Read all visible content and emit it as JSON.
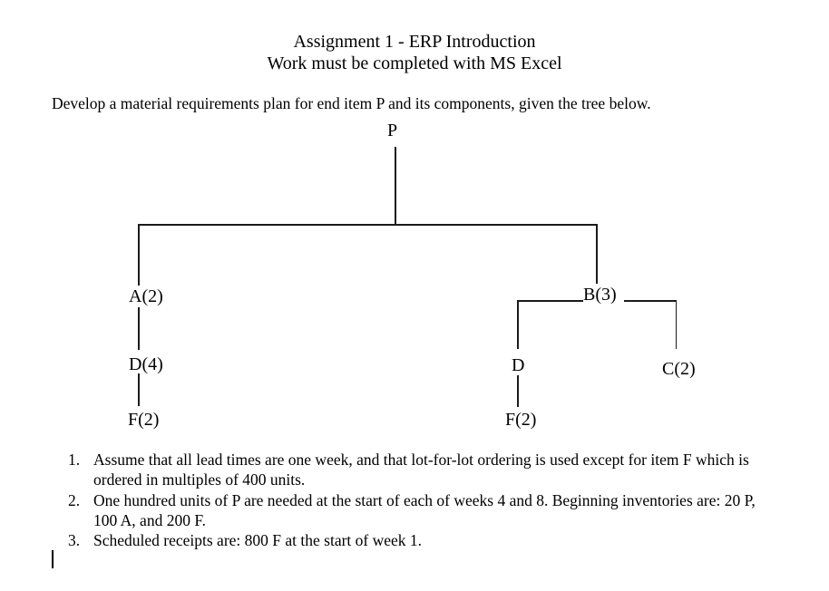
{
  "document": {
    "title_line1": "Assignment 1 - ERP Introduction",
    "title_line2": "Work must be completed with MS Excel",
    "intro": "Develop a material requirements plan for end item P and its components, given the tree below."
  },
  "tree": {
    "root_label": "P",
    "a_label": "A(2)",
    "b_label": "B(3)",
    "d_left_label": "D(4)",
    "f_left_label": "F(2)",
    "d_right_label": "D",
    "c_label": "C(2)",
    "f_right_label": "F(2)"
  },
  "instructions": {
    "items": [
      {
        "num": "1.",
        "text": "Assume that all lead times are one week, and that lot-for-lot ordering is used except for item F which is ordered in multiples of 400 units."
      },
      {
        "num": "2.",
        "text": "One hundred units of P are needed at the start of each of weeks 4 and 8. Beginning inventories are: 20 P, 100 A, and 200 F."
      },
      {
        "num": "3.",
        "text": "Scheduled receipts are: 800 F at the start of week 1."
      }
    ]
  },
  "colors": {
    "text": "#000000",
    "line": "#1b1b1b",
    "background": "#ffffff"
  }
}
